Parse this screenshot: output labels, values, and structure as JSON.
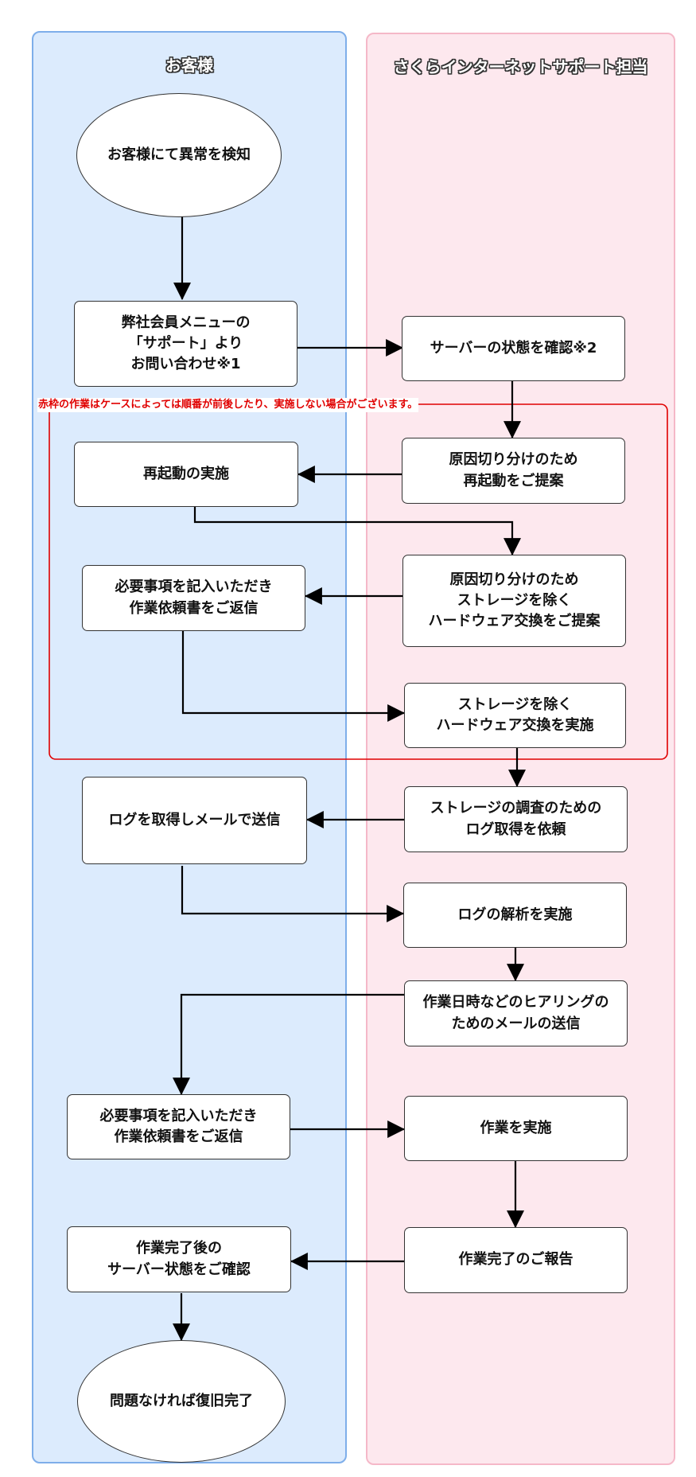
{
  "lanes": {
    "customer": "お客様",
    "support": "さくらインターネットサポート担当"
  },
  "note": "赤枠の作業はケースによっては順番が前後したり、実施しない場合がございます。",
  "nodes": {
    "detect": "お客様にて異常を検知",
    "inquiry": "弊社会員メニューの\n「サポート」より\nお問い合わせ※1",
    "check_server": "サーバーの状態を確認※2",
    "propose_reboot": "原因切り分けのため\n再起動をご提案",
    "reboot": "再起動の実施",
    "propose_hw": "原因切り分けのため\nストレージを除く\nハードウェア交換をご提案",
    "reply_form_1": "必要事項を記入いただき\n作業依頼書をご返信",
    "hw_replace": "ストレージを除く\nハードウェア交換を実施",
    "log_request": "ストレージの調査のための\nログ取得を依頼",
    "send_log": "ログを取得しメールで送信",
    "analyze_log": "ログの解析を実施",
    "hearing_mail": "作業日時などのヒアリングの\nためのメールの送信",
    "reply_form_2": "必要事項を記入いただき\n作業依頼書をご返信",
    "do_work": "作業を実施",
    "report": "作業完了のご報告",
    "confirm": "作業完了後の\nサーバー状態をご確認",
    "done": "問題なければ復旧完了"
  }
}
